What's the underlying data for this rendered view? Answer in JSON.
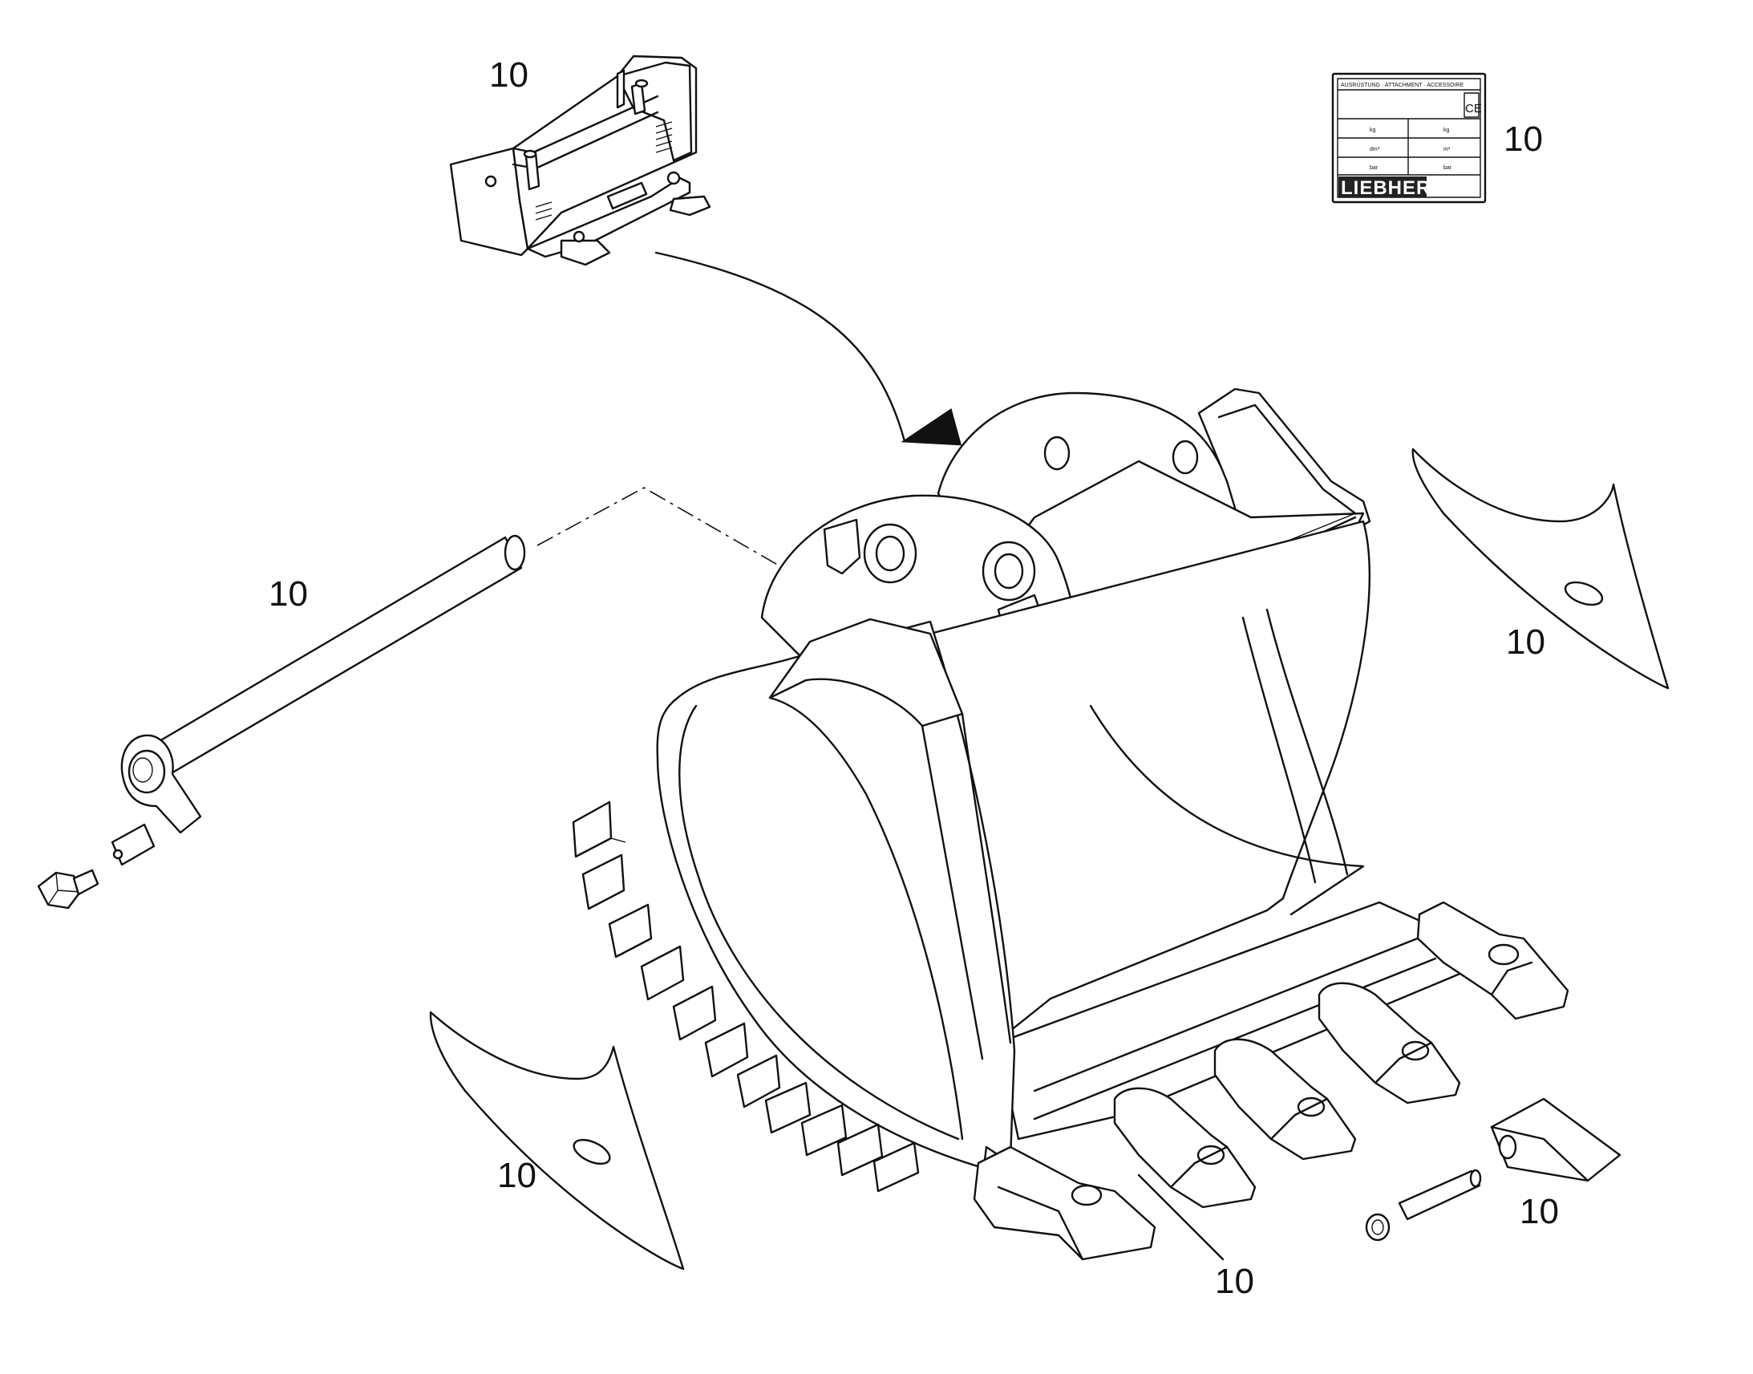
{
  "labels": {
    "adapter": "10",
    "plate": "10",
    "pin": "10",
    "side_cutter_right": "10",
    "side_cutter_left": "10",
    "tooth_tip": "10",
    "lip": "10"
  },
  "plate": {
    "header": "AUSRÜSTUNG · ATTACHMENT · ACCESSOIRE",
    "rows": [
      [
        "kg",
        "kg"
      ],
      [
        "dm³",
        "m³"
      ],
      [
        "bar",
        "bar"
      ]
    ],
    "ce_mark": "CE",
    "brand": "LIEBHERR"
  },
  "colors": {
    "line": "#111111",
    "background": "#ffffff",
    "brand_band": "#222222"
  }
}
